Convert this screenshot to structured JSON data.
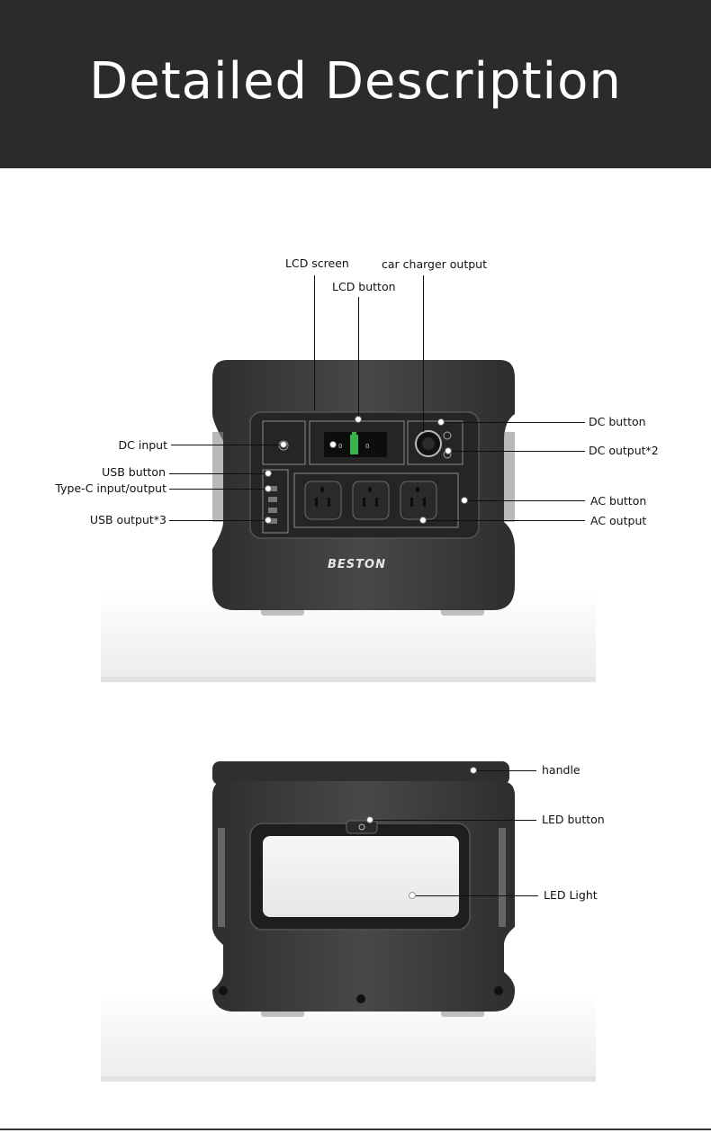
{
  "header": {
    "title": "Detailed Description"
  },
  "front_view": {
    "brand": "BESTON",
    "callouts": {
      "lcd_screen": "LCD screen",
      "car_charger_output": "car charger output",
      "lcd_button": "LCD button",
      "dc_button": "DC button",
      "dc_input": "DC input",
      "dc_output": "DC output*2",
      "usb_button": "USB button",
      "type_c": "Type-C input/output",
      "ac_button": "AC button",
      "ac_output": "AC output",
      "usb_output": "USB output*3"
    }
  },
  "top_view": {
    "callouts": {
      "handle": "handle",
      "led_button": "LED button",
      "led_light": "LED Light"
    }
  },
  "colors": {
    "header_bg": "#2b2b2b",
    "device_body": "#3a3a3c",
    "pedestal": "#f4f4f4"
  }
}
